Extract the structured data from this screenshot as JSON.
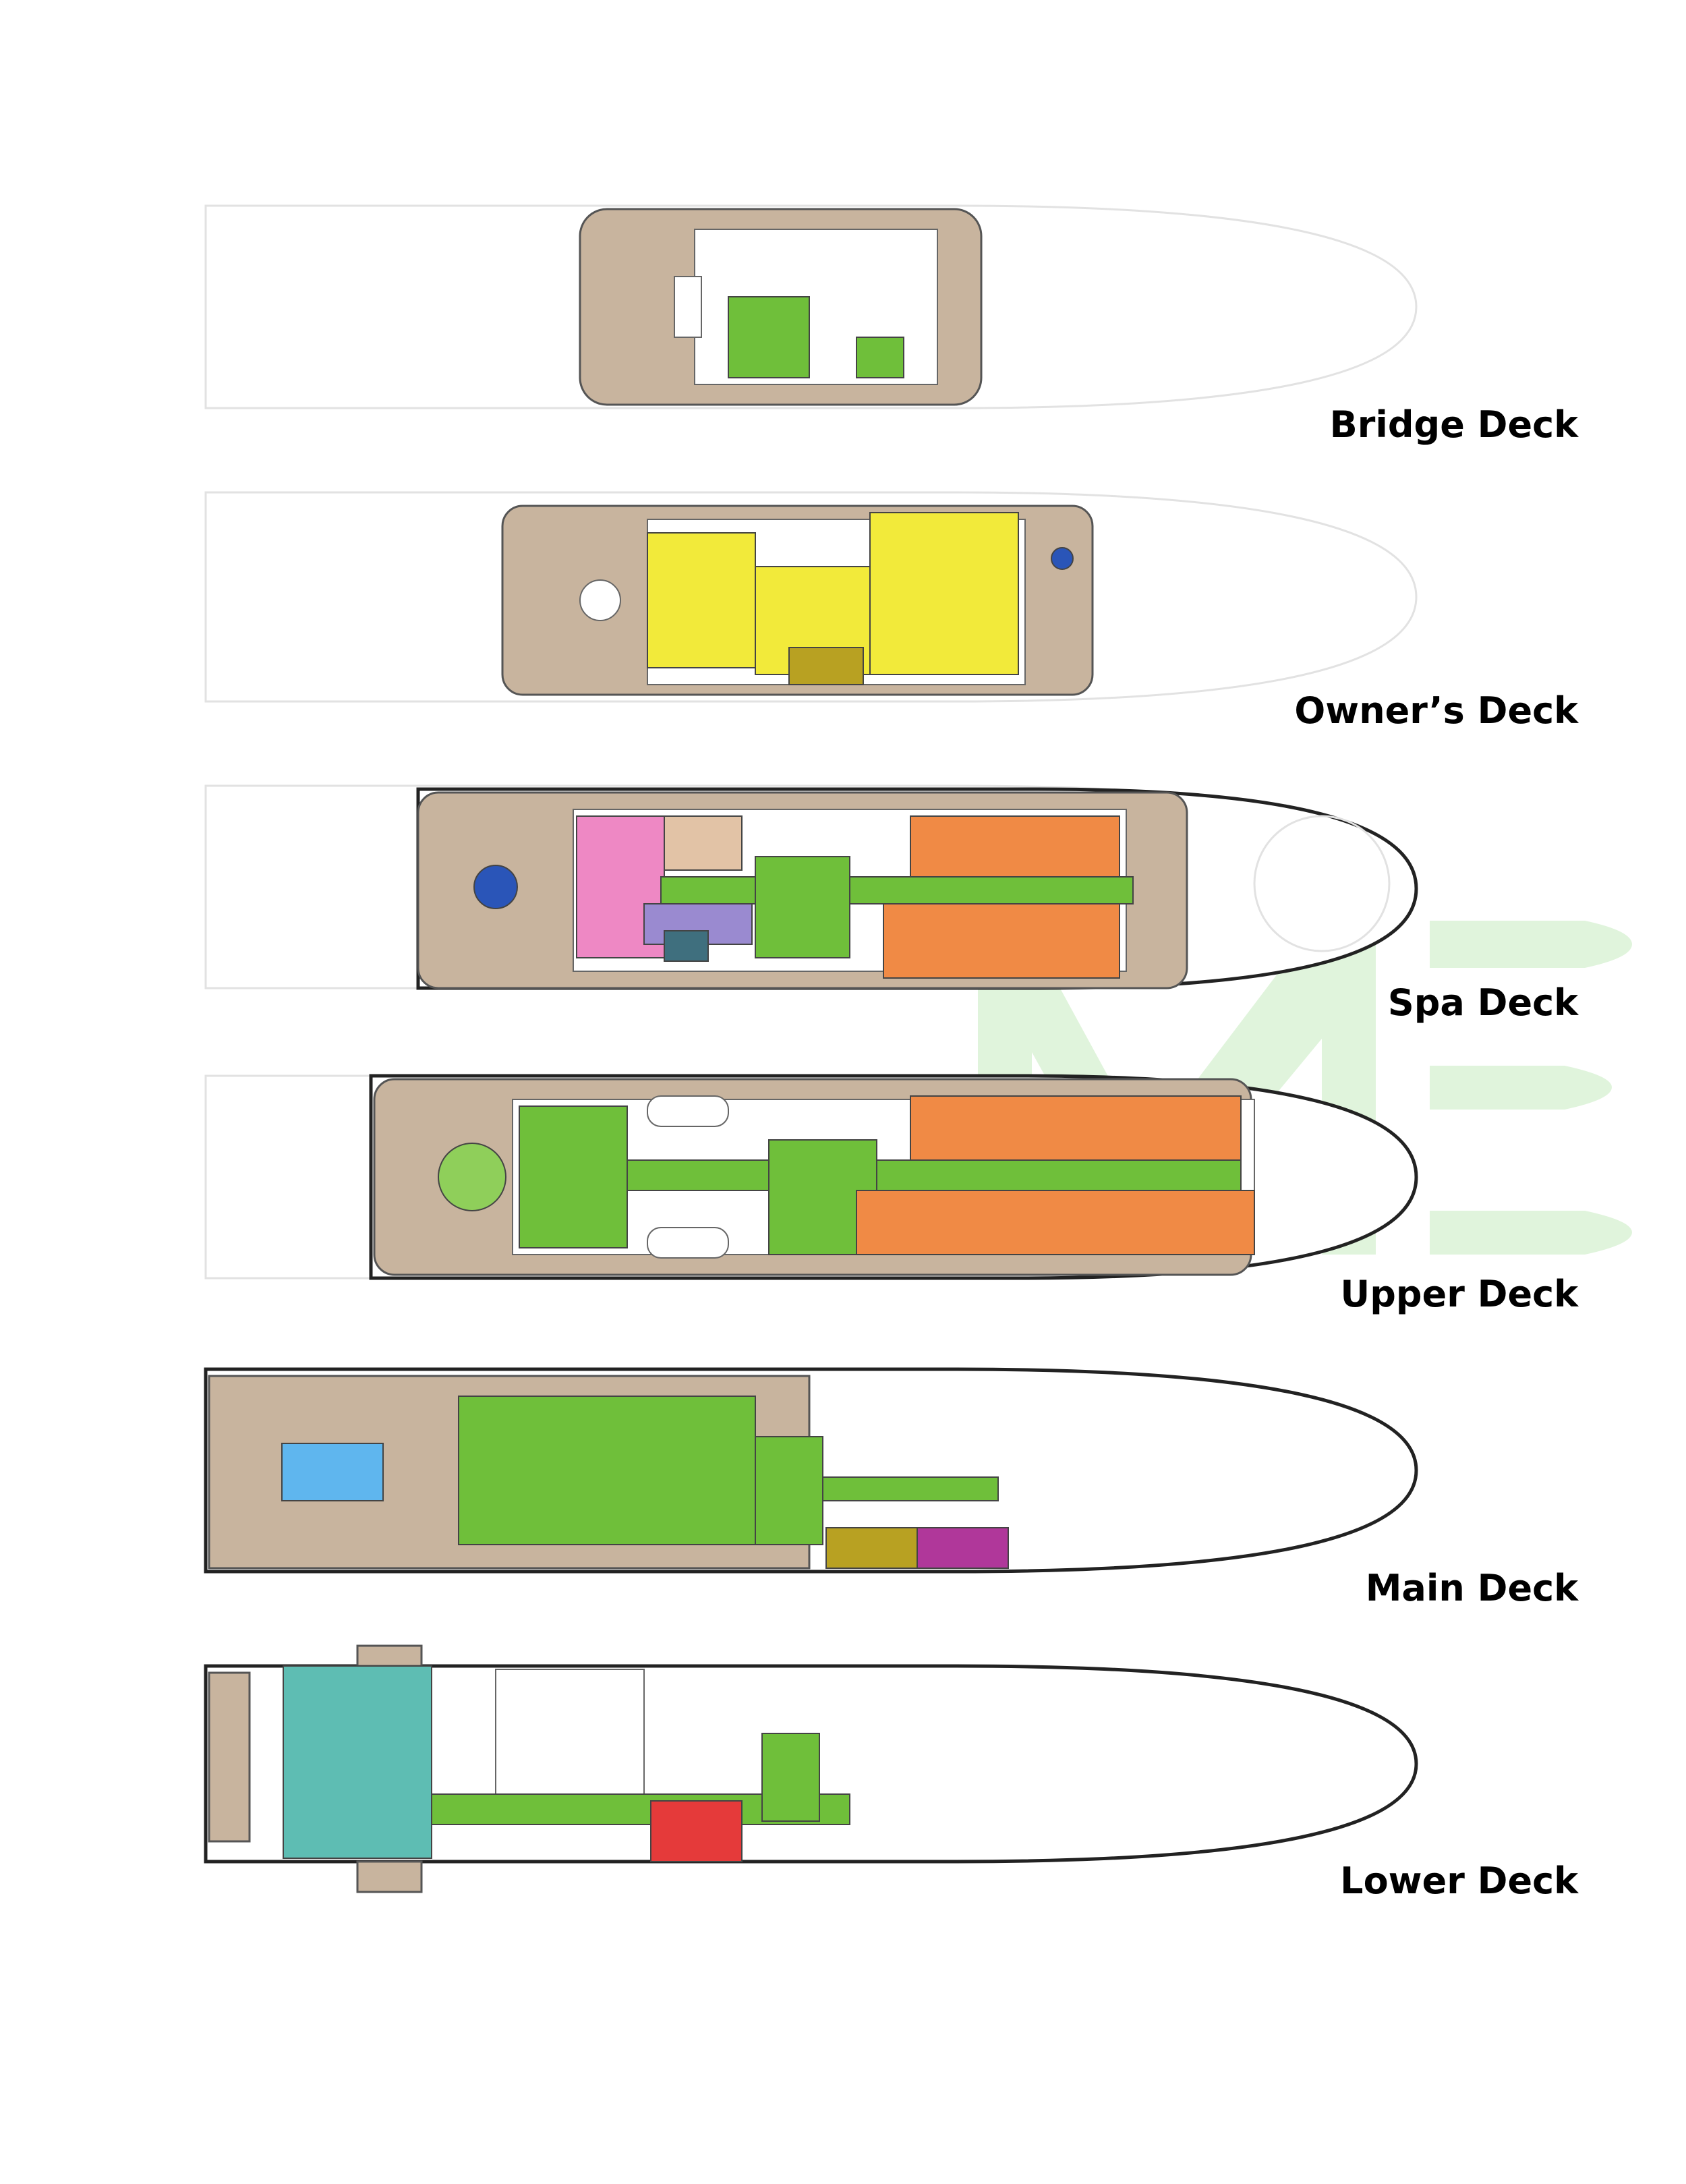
{
  "decks": [
    {
      "label": "Bridge Deck"
    },
    {
      "label": "Owner’s Deck"
    },
    {
      "label": "Spa Deck"
    },
    {
      "label": "Upper Deck"
    },
    {
      "label": "Main Deck"
    },
    {
      "label": "Lower Deck"
    }
  ],
  "watermark": {
    "text": "ME"
  },
  "colors": {
    "deck": "#c8b49e",
    "green": "#6fbf3a",
    "yellow": "#f2ea3a",
    "olive": "#b8a122",
    "orange": "#f08a45",
    "pink": "#ee88c4",
    "purple": "#9a8ad0",
    "slate": "#3f6f7e",
    "pool": "#5fb6ee",
    "magenta": "#b0379a",
    "teal": "#5ebdb3",
    "red": "#e53a3a"
  }
}
